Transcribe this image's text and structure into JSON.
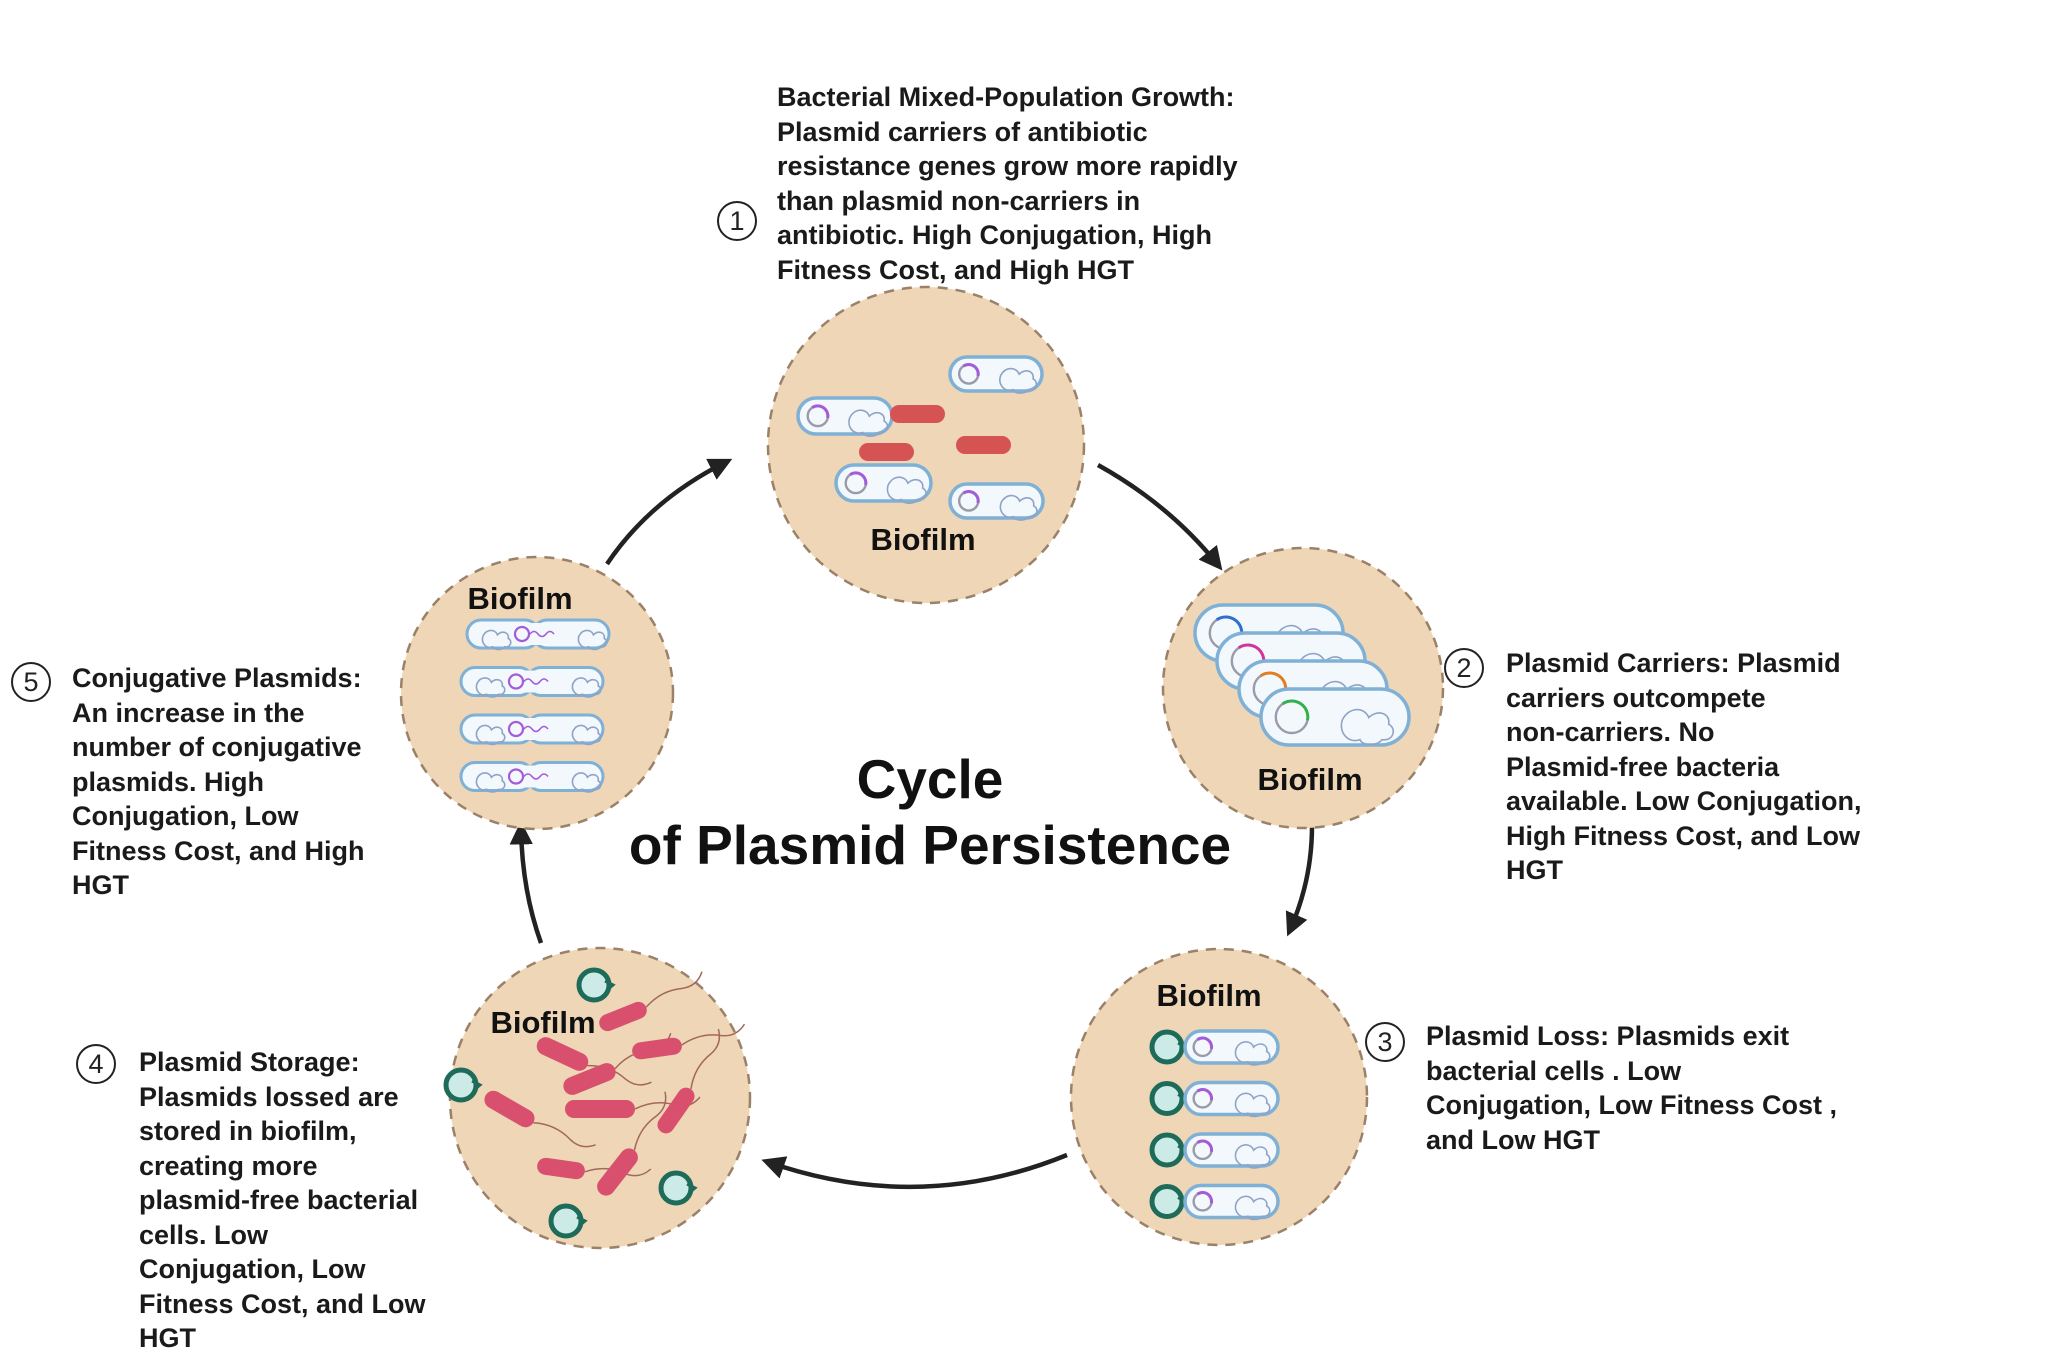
{
  "title": {
    "line1": "Cycle",
    "line2": "of Plasmid Persistence"
  },
  "biofilm_label": "Biofilm",
  "colors": {
    "biofilm_fill": "#EED6B6",
    "biofilm_border": "#9A8168",
    "cell_border": "#7FB0D6",
    "cell_fill": "#F3F8FC",
    "plasmid_purple": "#A45BD8",
    "free_bacteria": "#D9506F",
    "red_bacteria": "#D65353",
    "plasmid_ring": "#1E6B5A",
    "plasmid_ring_fill": "#CDEBE6",
    "arrow": "#222222"
  },
  "steps": [
    {
      "number": "1",
      "heading": "Bacterial Mixed-Population Growth:",
      "text": "Bacterial Mixed-Population Growth:\nPlasmid carriers of antibiotic\nresistance genes grow  more rapidly\nthan plasmid non-carriers in\nantibiotic. High Conjugation, High\nFitness Cost, and High HGT",
      "conjugation": "High",
      "fitness_cost": "High",
      "hgt": "High",
      "biofilm_content": "mixed plasmid carriers and plasmid-free red bacteria"
    },
    {
      "number": "2",
      "heading": "Plasmid Carriers:",
      "text": "Plasmid Carriers: Plasmid\ncarriers outcompete\nnon-carriers.  No\nPlasmid-free bacteria\navailable. Low Conjugation,\nHigh Fitness Cost, and Low\nHGT",
      "conjugation": "Low",
      "fitness_cost": "High",
      "hgt": "Low",
      "biofilm_content": "stacked plasmid-carrier cells"
    },
    {
      "number": "3",
      "heading": "Plasmid Loss:",
      "text": "Plasmid Loss: Plasmids exit\nbacterial cells . Low\nConjugation,  Low Fitness Cost ,\nand Low HGT",
      "conjugation": "Low",
      "fitness_cost": "Low",
      "hgt": "Low",
      "biofilm_content": "plasmids exiting cells"
    },
    {
      "number": "4",
      "heading": "Plasmid Storage:",
      "text": "Plasmid Storage:\nPlasmids lossed are\nstored in biofilm,\ncreating more\nplasmid-free bacterial\ncells. Low\nConjugation, Low\nFitness Cost, and Low\nHGT",
      "conjugation": "Low",
      "fitness_cost": "Low",
      "hgt": "Low",
      "biofilm_content": "free plasmids and plasmid-free bacteria"
    },
    {
      "number": "5",
      "heading": "Conjugative Plasmids:",
      "text": "Conjugative Plasmids:\nAn increase in the\nnumber of conjugative\nplasmids. High\nConjugation, Low\nFitness Cost, and High\nHGT",
      "conjugation": "High",
      "fitness_cost": "Low",
      "hgt": "High",
      "biofilm_content": "conjugating cell pairs"
    }
  ],
  "cycle_order": [
    "1",
    "2",
    "3",
    "4",
    "5",
    "1"
  ]
}
